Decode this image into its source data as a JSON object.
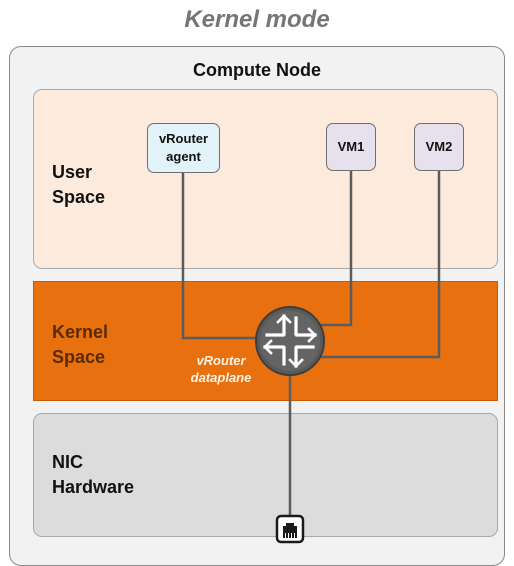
{
  "title": "Kernel mode",
  "compute_node": {
    "label": "Compute Node"
  },
  "regions": {
    "user_space": {
      "label_line1": "User",
      "label_line2": "Space"
    },
    "kernel_space": {
      "label_line1": "Kernel",
      "label_line2": "Space"
    },
    "nic_hardware": {
      "label_line1": "NIC",
      "label_line2": "Hardware"
    }
  },
  "components": {
    "vrouter_agent": {
      "line1": "vRouter",
      "line2": "agent"
    },
    "vm1": {
      "label": "VM1"
    },
    "vm2": {
      "label": "VM2"
    },
    "dataplane": {
      "line1": "vRouter",
      "line2": "dataplane"
    }
  },
  "icons": {
    "router": "router-icon",
    "nic_port": "ethernet-port-icon"
  },
  "colors": {
    "user_space": "#fcebdc",
    "kernel_space": "#e8700f",
    "nic_hardware": "#dcdcdc",
    "agent_box": "#e1f3f8",
    "vm_box": "#e7e1ee",
    "router": "#5a5a5a",
    "wire": "#5c5c5c"
  }
}
